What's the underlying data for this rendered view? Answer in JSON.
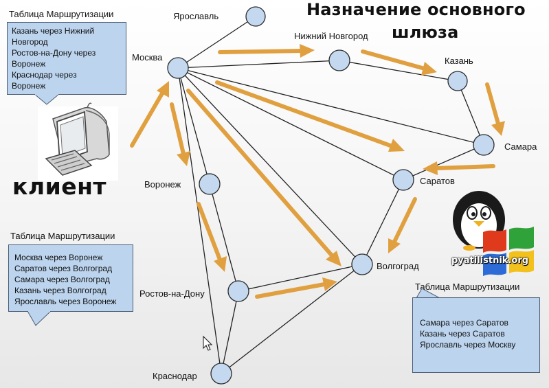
{
  "title": {
    "line1": "Назначение основного",
    "line2": "шлюза"
  },
  "client_label": "клиент",
  "cities": {
    "moscow": "Москва",
    "yaroslavl": "Ярославль",
    "nizhny": "Нижний Новгород",
    "kazan": "Казань",
    "samara": "Самара",
    "saratov": "Саратов",
    "voronezh": "Воронеж",
    "volgograd": "Волгоград",
    "rostov": "Ростов-на-Дону",
    "krasnodar": "Краснодар"
  },
  "routing_tables": [
    {
      "title": "Таблица Маршрутизации",
      "lines": [
        "Казань через Нижний",
        "Новгород",
        "Ростов-на-Дону через",
        "Воронеж",
        "Краснодар через",
        "Воронеж"
      ]
    },
    {
      "title": "Таблица Маршрутизации",
      "lines": [
        "Москва через Воронеж",
        "Саратов через Волгоград",
        "Самара через Волгоград",
        "Казань через Волгоград",
        "Ярославль через Воронеж"
      ]
    },
    {
      "title": "Таблица Маршрутизации",
      "lines": [
        "Самара через Саратов",
        "Казань через Саратов",
        "Ярославль через Москву"
      ]
    }
  ],
  "logo": {
    "text": "pyatilistnik.org"
  },
  "colors": {
    "node_fill": "#c4d9f0",
    "node_stroke": "#2a2a2a",
    "edge": "#222222",
    "arrow": "#e0a040",
    "box_fill": "#bcd4ee"
  },
  "icons": [
    "computer-icon",
    "penguin-logo-icon",
    "windows-flag-icon",
    "mouse-cursor-icon"
  ]
}
